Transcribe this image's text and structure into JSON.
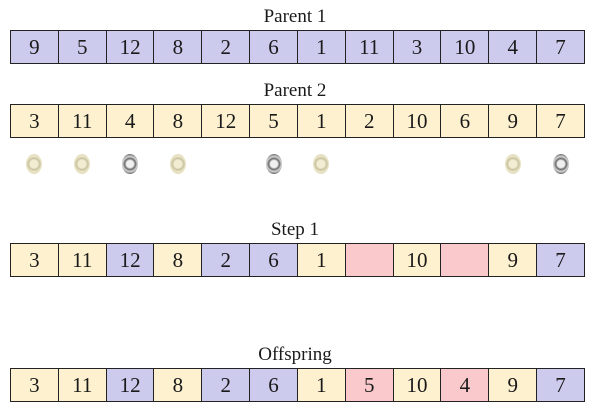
{
  "labels": {
    "parent1": "Parent 1",
    "parent2": "Parent 2",
    "step1": "Step 1",
    "offspring": "Offspring"
  },
  "colors": {
    "purple": "#cccbee",
    "yellow": "#fdf1cf",
    "red": "#f9c9cc"
  },
  "rows": {
    "parent1": [
      "9",
      "5",
      "12",
      "8",
      "2",
      "6",
      "1",
      "11",
      "3",
      "10",
      "4",
      "7"
    ],
    "parent2": [
      "3",
      "11",
      "4",
      "8",
      "12",
      "5",
      "1",
      "2",
      "10",
      "6",
      "9",
      "7"
    ],
    "step1": [
      "3",
      "11",
      "12",
      "8",
      "2",
      "6",
      "1",
      "",
      "10",
      "",
      "9",
      "7"
    ],
    "offspring": [
      "3",
      "11",
      "12",
      "8",
      "2",
      "6",
      "1",
      "5",
      "10",
      "4",
      "9",
      "7"
    ]
  },
  "coin_icons": [
    "light-coin-icon",
    "light-coin-icon",
    "dark-coin-icon",
    "light-coin-icon",
    "",
    "dark-coin-icon",
    "light-coin-icon",
    "",
    "",
    "",
    "light-coin-icon",
    "dark-coin-icon"
  ]
}
